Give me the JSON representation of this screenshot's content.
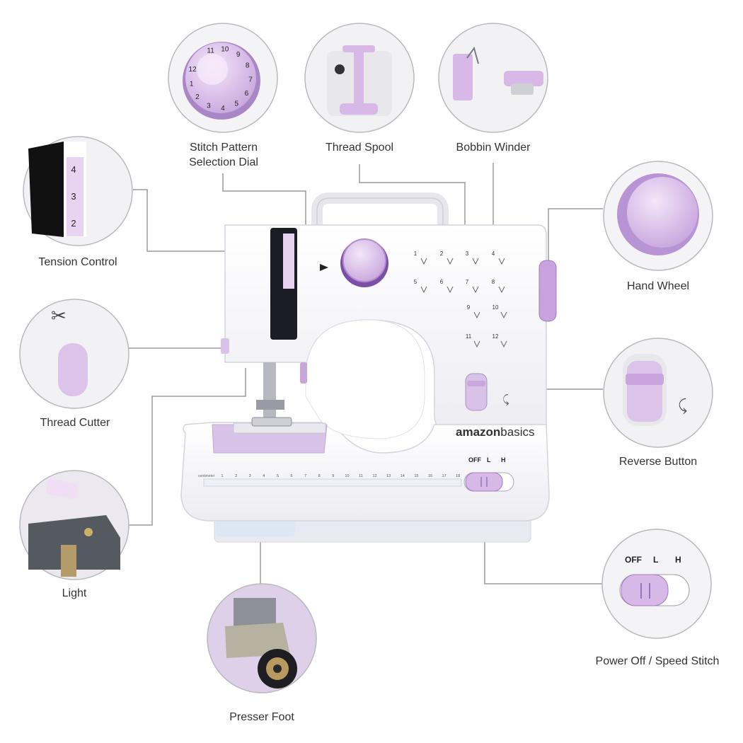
{
  "callouts": {
    "stitch_dial": {
      "line1": "Stitch Pattern",
      "line2": "Selection Dial"
    },
    "thread_spool": "Thread Spool",
    "bobbin_winder": "Bobbin Winder",
    "tension_control": "Tension Control",
    "hand_wheel": "Hand Wheel",
    "thread_cutter": "Thread Cutter",
    "reverse_button": "Reverse Button",
    "light": "Light",
    "presser_foot": "Presser Foot",
    "power_speed": "Power Off / Speed Stitch"
  },
  "machine": {
    "brand_left": "amazon",
    "brand_right": "basics",
    "switch_labels": [
      "OFF",
      "L",
      "H"
    ],
    "ruler_unit": "centimeter",
    "ruler_numbers": [
      "1",
      "2",
      "3",
      "4",
      "5",
      "6",
      "7",
      "8",
      "9",
      "10",
      "11",
      "12",
      "13",
      "14",
      "15",
      "16",
      "17",
      "18"
    ],
    "stitch_numbers": [
      "1",
      "2",
      "3",
      "4",
      "5",
      "6",
      "7",
      "8",
      "9",
      "10",
      "11",
      "12"
    ],
    "dial_numbers": [
      "11",
      "10",
      "9",
      "8",
      "7",
      "6",
      "5",
      "4",
      "3",
      "2",
      "1",
      "12"
    ],
    "tension_numbers": [
      "4",
      "3",
      "2"
    ]
  },
  "colors": {
    "body": "#f7f7fa",
    "lavender": "#d7b8e6",
    "lavender_dark": "#b48ccd",
    "purple_accent": "#6d3fa0",
    "line": "#9a9a9a"
  }
}
